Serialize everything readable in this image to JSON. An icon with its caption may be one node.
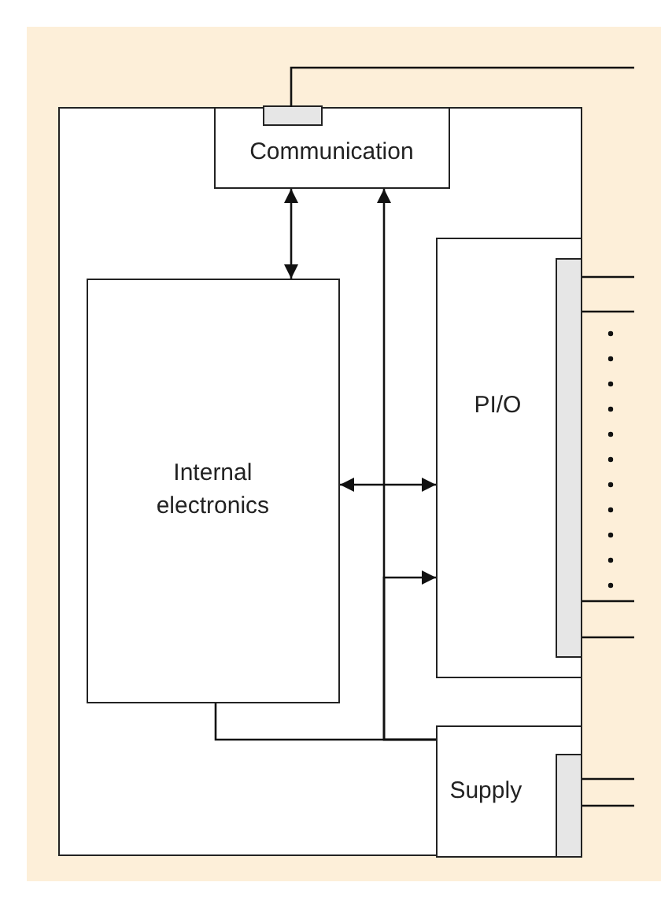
{
  "diagram": {
    "nodes": [
      {
        "text": [],
        "shape": "box"
      },
      {
        "text": [
          "Communication"
        ],
        "in": 0
      },
      {
        "text": [
          "Internal electronics"
        ],
        "in": 0
      },
      {
        "text": [
          "PI/O"
        ],
        "in": 0
      },
      {
        "text": [
          "Supply"
        ],
        "in": 0
      }
    ],
    "edges": [
      {
        "from": 1,
        "to": 2,
        "arrow": "both"
      },
      {
        "from": 4,
        "to": 1,
        "arrow": "to"
      },
      {
        "from": 2,
        "to": 4,
        "arrow": "none"
      },
      {
        "from": 2,
        "to": 3,
        "arrow": "both"
      },
      {
        "from": 4,
        "to": 3,
        "arrow": "to"
      },
      {
        "from": 1,
        "to": null,
        "arrow": "none"
      },
      {
        "from": 3,
        "to": null,
        "arrow": "none"
      },
      {
        "from": 3,
        "to": null,
        "arrow": "none"
      },
      {
        "from": 3,
        "to": null,
        "arrow": "none"
      },
      {
        "from": 3,
        "to": null,
        "arrow": "none"
      },
      {
        "from": 4,
        "to": null,
        "arrow": "none"
      },
      {
        "from": 4,
        "to": null,
        "arrow": "none"
      }
    ]
  }
}
